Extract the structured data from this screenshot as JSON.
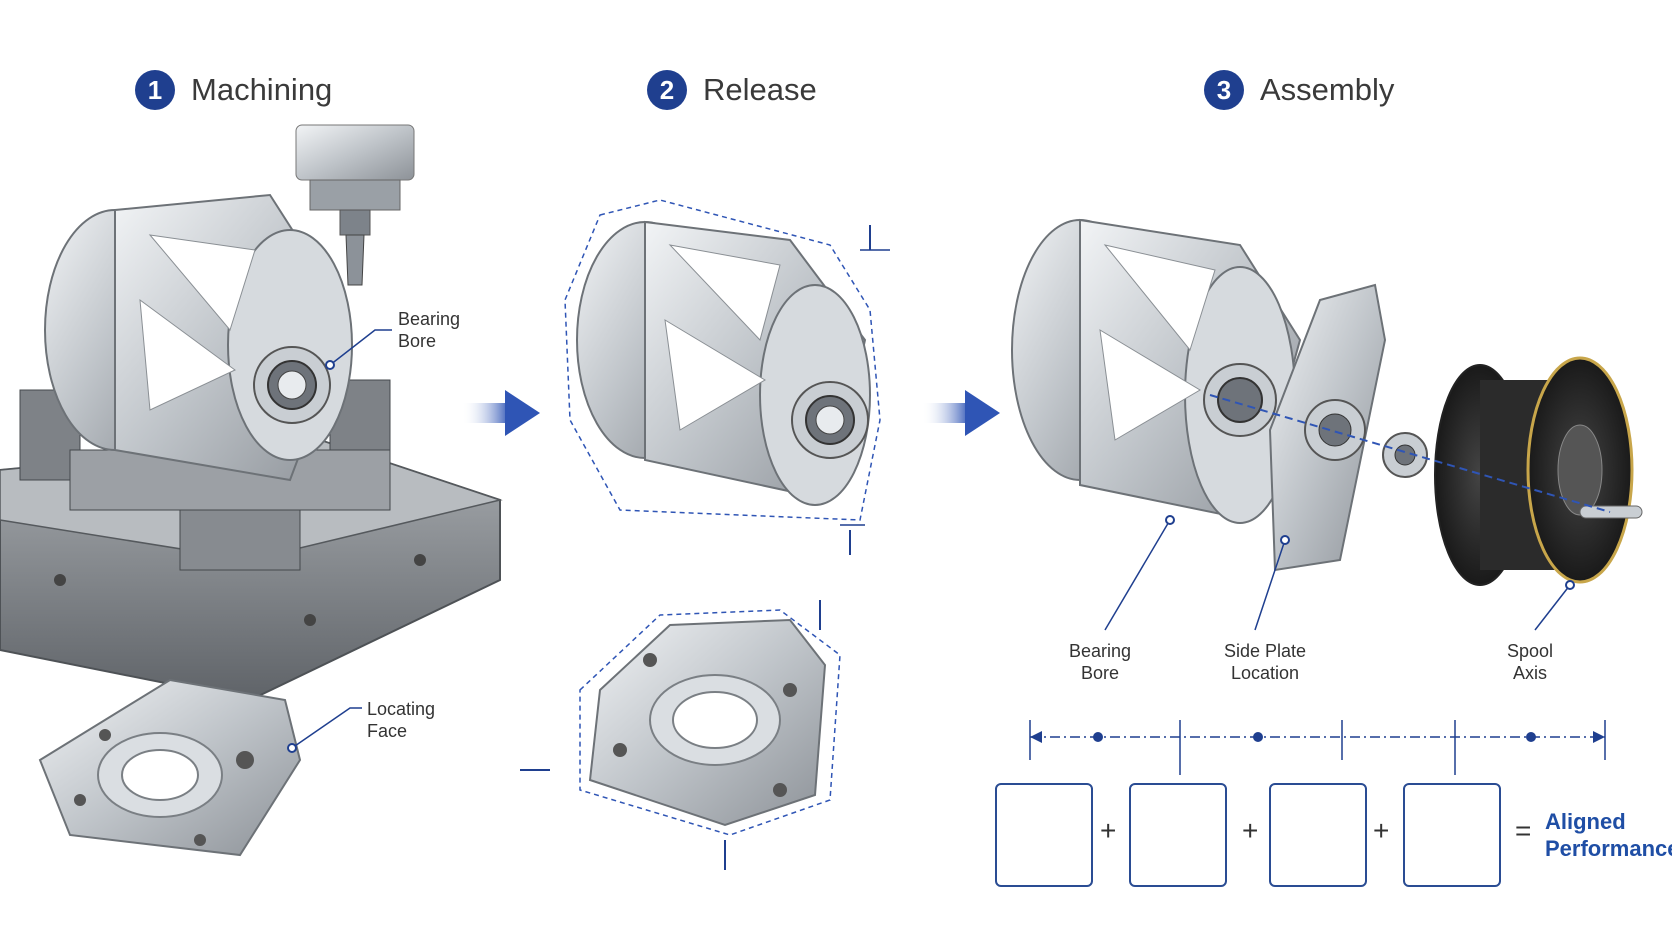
{
  "steps": [
    {
      "number": "1",
      "label": "Machining"
    },
    {
      "number": "2",
      "label": "Release"
    },
    {
      "number": "3",
      "label": "Assembly"
    }
  ],
  "machining": {
    "callout_bearing_bore": [
      "Bearing",
      "Bore"
    ],
    "callout_locating_face": [
      "Locating",
      "Face"
    ]
  },
  "assembly": {
    "callout_bearing_bore": [
      "Bearing",
      "Bore"
    ],
    "callout_side_plate": [
      "Side Plate",
      "Location"
    ],
    "callout_spool_axis": [
      "Spool",
      "Axis"
    ]
  },
  "equation": {
    "operators": [
      "+",
      "+",
      "+",
      "="
    ],
    "result": [
      "Aligned",
      "Performance"
    ]
  },
  "colors": {
    "accent": "#1f3f8f",
    "arrow": "#2f55b5",
    "result": "#1f4ea5"
  },
  "icons": [
    "bearing-icon",
    "side-plate-icon",
    "bearing-icon",
    "spool-icon"
  ]
}
